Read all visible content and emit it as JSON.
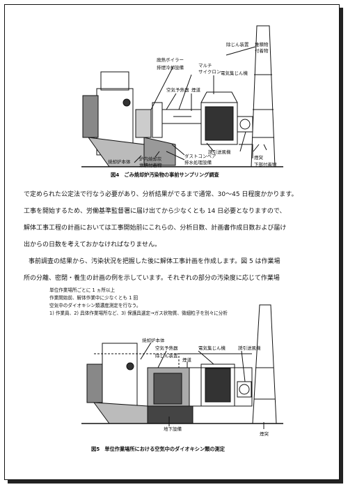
{
  "figure4": {
    "labels": {
      "dust_collector": "除じん装置",
      "deposit": "堆積物",
      "adhered": "付着物",
      "waste_heat_boiler": "廃熱ボイラー",
      "flue_wash": "排煙冷却設備",
      "multi": "マルチ",
      "cyclone": "サイクロン",
      "ep": "電気集じん機",
      "air_preheater": "空気予熱器",
      "flue": "煙道",
      "induced_fan": "誘引送風機",
      "dust_conveyor": "ダストコンベア",
      "wastewater": "排水処理設備",
      "furnace_body": "焼却炉本体",
      "furnace_inner": "炉内焼却灰",
      "ash_deposit": "堆積付着物",
      "chimney": "煙突",
      "bottom_deposit": "下部付着物"
    },
    "caption": "図4　ごみ焼却炉汚染物の事前サンプリング調査"
  },
  "body_text": [
    "で定められた公定法で行なう必要があり、分析結果がでるまで通常、30～45 日程度かかります。",
    "工事を開始するため、労働基準監督署に届け出てから少なくとも 14 日必要となりますので、",
    "解体工事工程の計画においては工事開始前にこれらの、分析日数、計画書作成日数および届け",
    "出からの日数を考えておかなければなりません。",
    "事前調査の結果から、汚染状況を把握した後に解体工事計画を作成します。図 5 は作業場",
    "所の分離、密閉・養生の計画の例を示しています。それぞれの部分の汚染度に応じて作業場"
  ],
  "figure5": {
    "notes": [
      "単位作業場所ごとに 1 ヵ所以上",
      "作業開始前、解体作業中に少なくとも 1 回",
      "空気中のダイオキシン類濃度測定を行なう。",
      "1) 作業員、2) 具体作業場所など、3) 保護具選定→ガス状物質、微細粒子を別々に分析"
    ],
    "labels": {
      "furnace_body": "焼却炉本体",
      "air_preheater": "空気予熱器",
      "dust_collector": "除じん装置",
      "ep": "電気集じん機",
      "induced_fan": "誘引送風機",
      "flue": "煙道",
      "underground": "地下設備",
      "chimney": "煙突"
    },
    "caption": "図5　単位作業場所における空気中のダイオキシン類の測定"
  }
}
